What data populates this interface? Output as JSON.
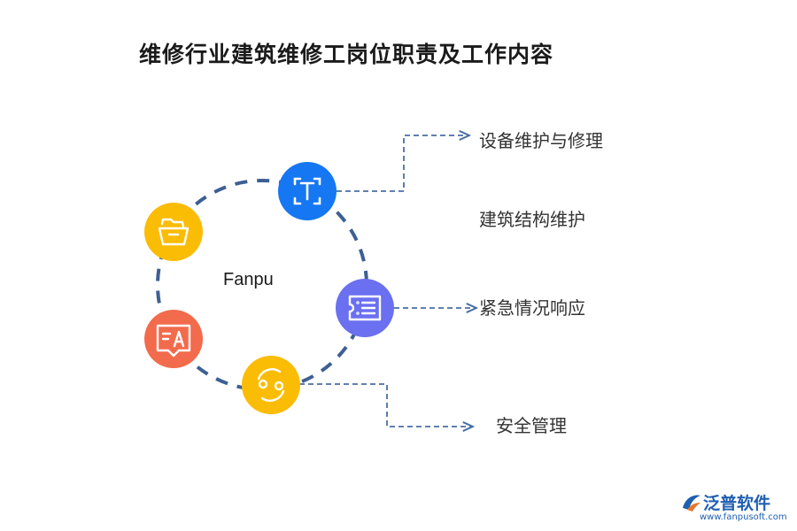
{
  "title": "维修行业建筑维修工岗位职责及工作内容",
  "center_label": "Fanpu",
  "items": [
    {
      "label": "设备维护与修理"
    },
    {
      "label": "建筑结构维护"
    },
    {
      "label": "紧急情况响应"
    },
    {
      "label": "安全管理"
    }
  ],
  "nodes": [
    {
      "icon": "text-frame-icon",
      "color": "#1677f2"
    },
    {
      "icon": "list-card-icon",
      "color": "#6a70f0"
    },
    {
      "icon": "refresh-cycle-icon",
      "color": "#fbbc05"
    },
    {
      "icon": "translate-chat-icon",
      "color": "#f26b4c"
    },
    {
      "icon": "folder-icon",
      "color": "#fbbc05"
    }
  ],
  "ring_color": "#3d5f93",
  "connector_color": "#4a6fa5",
  "logo": {
    "name": "泛普软件",
    "url": "www.fanpusoft.com",
    "color": "#1f5fb0"
  }
}
